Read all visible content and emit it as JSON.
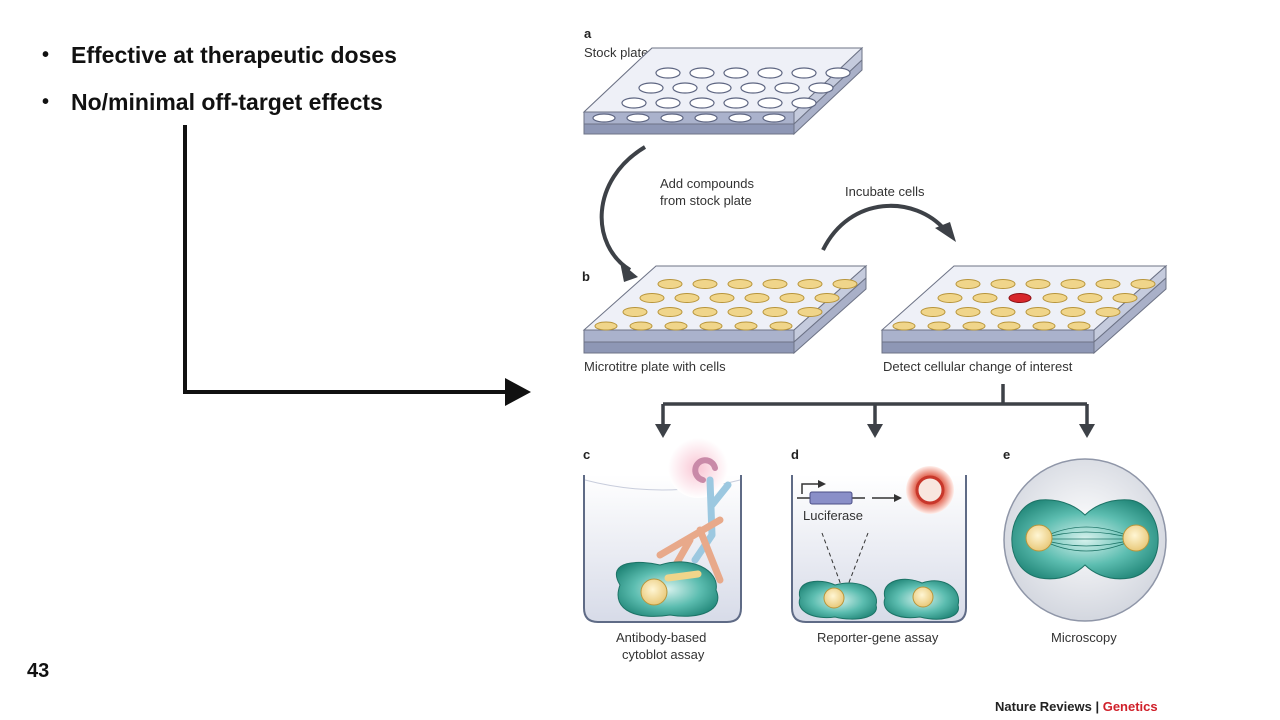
{
  "slide": {
    "bullets": [
      "Effective at therapeutic doses",
      "No/minimal off-target effects"
    ],
    "page_number": "43"
  },
  "figure": {
    "panel_a": "a",
    "stock_plate": "Stock plate",
    "add_compounds_1": "Add compounds",
    "add_compounds_2": "from stock plate",
    "incubate": "Incubate cells",
    "panel_b": "b",
    "microtitre": "Microtitre plate with cells",
    "detect": "Detect cellular change of interest",
    "panel_c": "c",
    "panel_d": "d",
    "panel_e": "e",
    "luciferase": "Luciferase",
    "antibody_1": "Antibody-based",
    "antibody_2": "cytoblot assay",
    "reporter": "Reporter-gene assay",
    "microscopy": "Microscopy",
    "credit_journal": "Nature Reviews",
    "credit_sep": " | ",
    "credit_section": "Genetics"
  },
  "colors": {
    "arrow": "#111111",
    "plate": "#b9c2d8",
    "cell_yellow": "#f0d58a",
    "cell_teal": "#3aa89a",
    "credit_red": "#d0202a"
  }
}
